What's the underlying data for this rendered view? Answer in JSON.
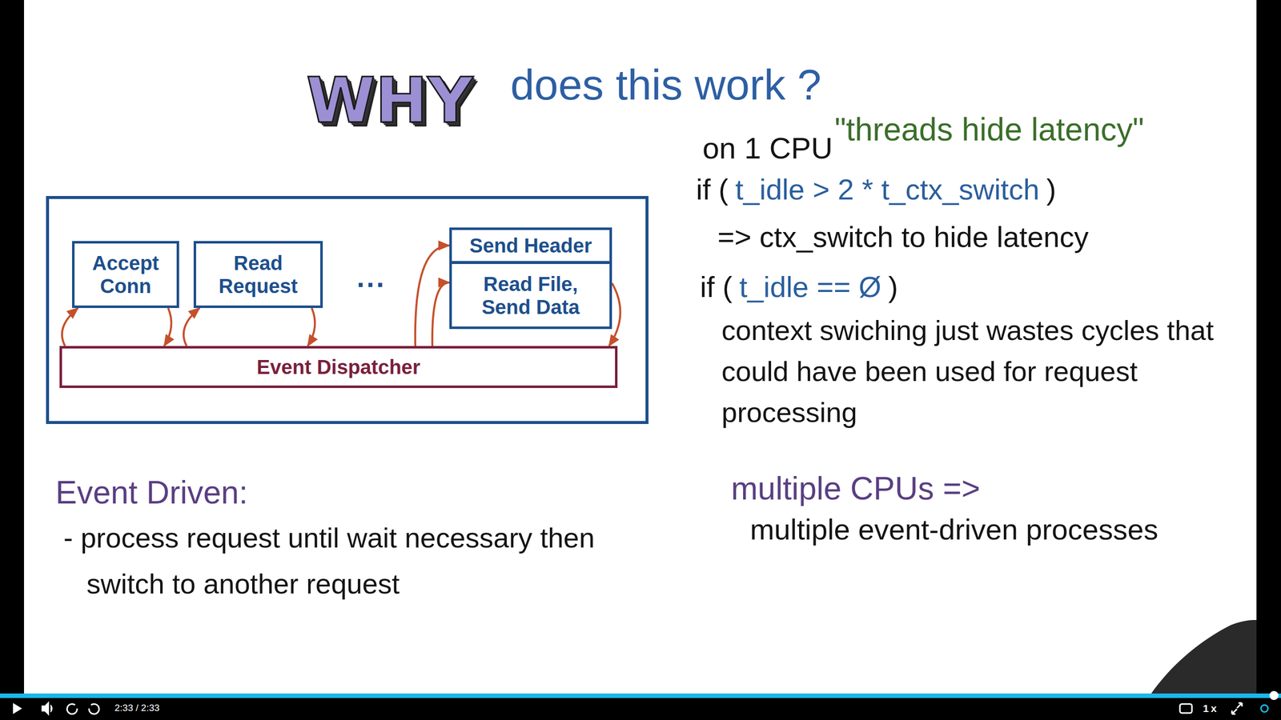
{
  "diagram": {
    "title": "WHY",
    "nodes": [
      {
        "text": [
          "Accept Conn"
        ]
      },
      {
        "text": [
          "Read Request"
        ]
      },
      {
        "text": [
          "Send Header"
        ]
      },
      {
        "text": [
          "Read File, Send Data"
        ]
      },
      {
        "text": [
          "Event Dispatcher"
        ]
      }
    ],
    "edges": [
      {
        "from": 4,
        "to": 0,
        "arrow": "to"
      },
      {
        "from": 0,
        "to": 4,
        "arrow": "to"
      },
      {
        "from": 4,
        "to": 1,
        "arrow": "to"
      },
      {
        "from": 1,
        "to": 4,
        "arrow": "to"
      },
      {
        "from": 4,
        "to": 2,
        "arrow": "to"
      },
      {
        "from": 4,
        "to": 3,
        "arrow": "to"
      },
      {
        "from": 3,
        "to": 4,
        "arrow": "to"
      }
    ],
    "labels": [
      "does this work ?",
      "...",
      "on 1 CPU",
      "\"threads hide latency\"",
      "if (",
      "t_idle > 2 * t_ctx_switch",
      ")",
      "=> ctx_switch to hide latency",
      "if (",
      "t_idle == Ø",
      ")",
      "context swiching just wastes cycles that could have been used for request processing",
      "Event Driven:",
      "- process request until wait necessary then switch to another request",
      "multiple CPUs =>",
      "multiple event-driven processes",
      "2:33 / 2:33",
      "1x"
    ]
  }
}
